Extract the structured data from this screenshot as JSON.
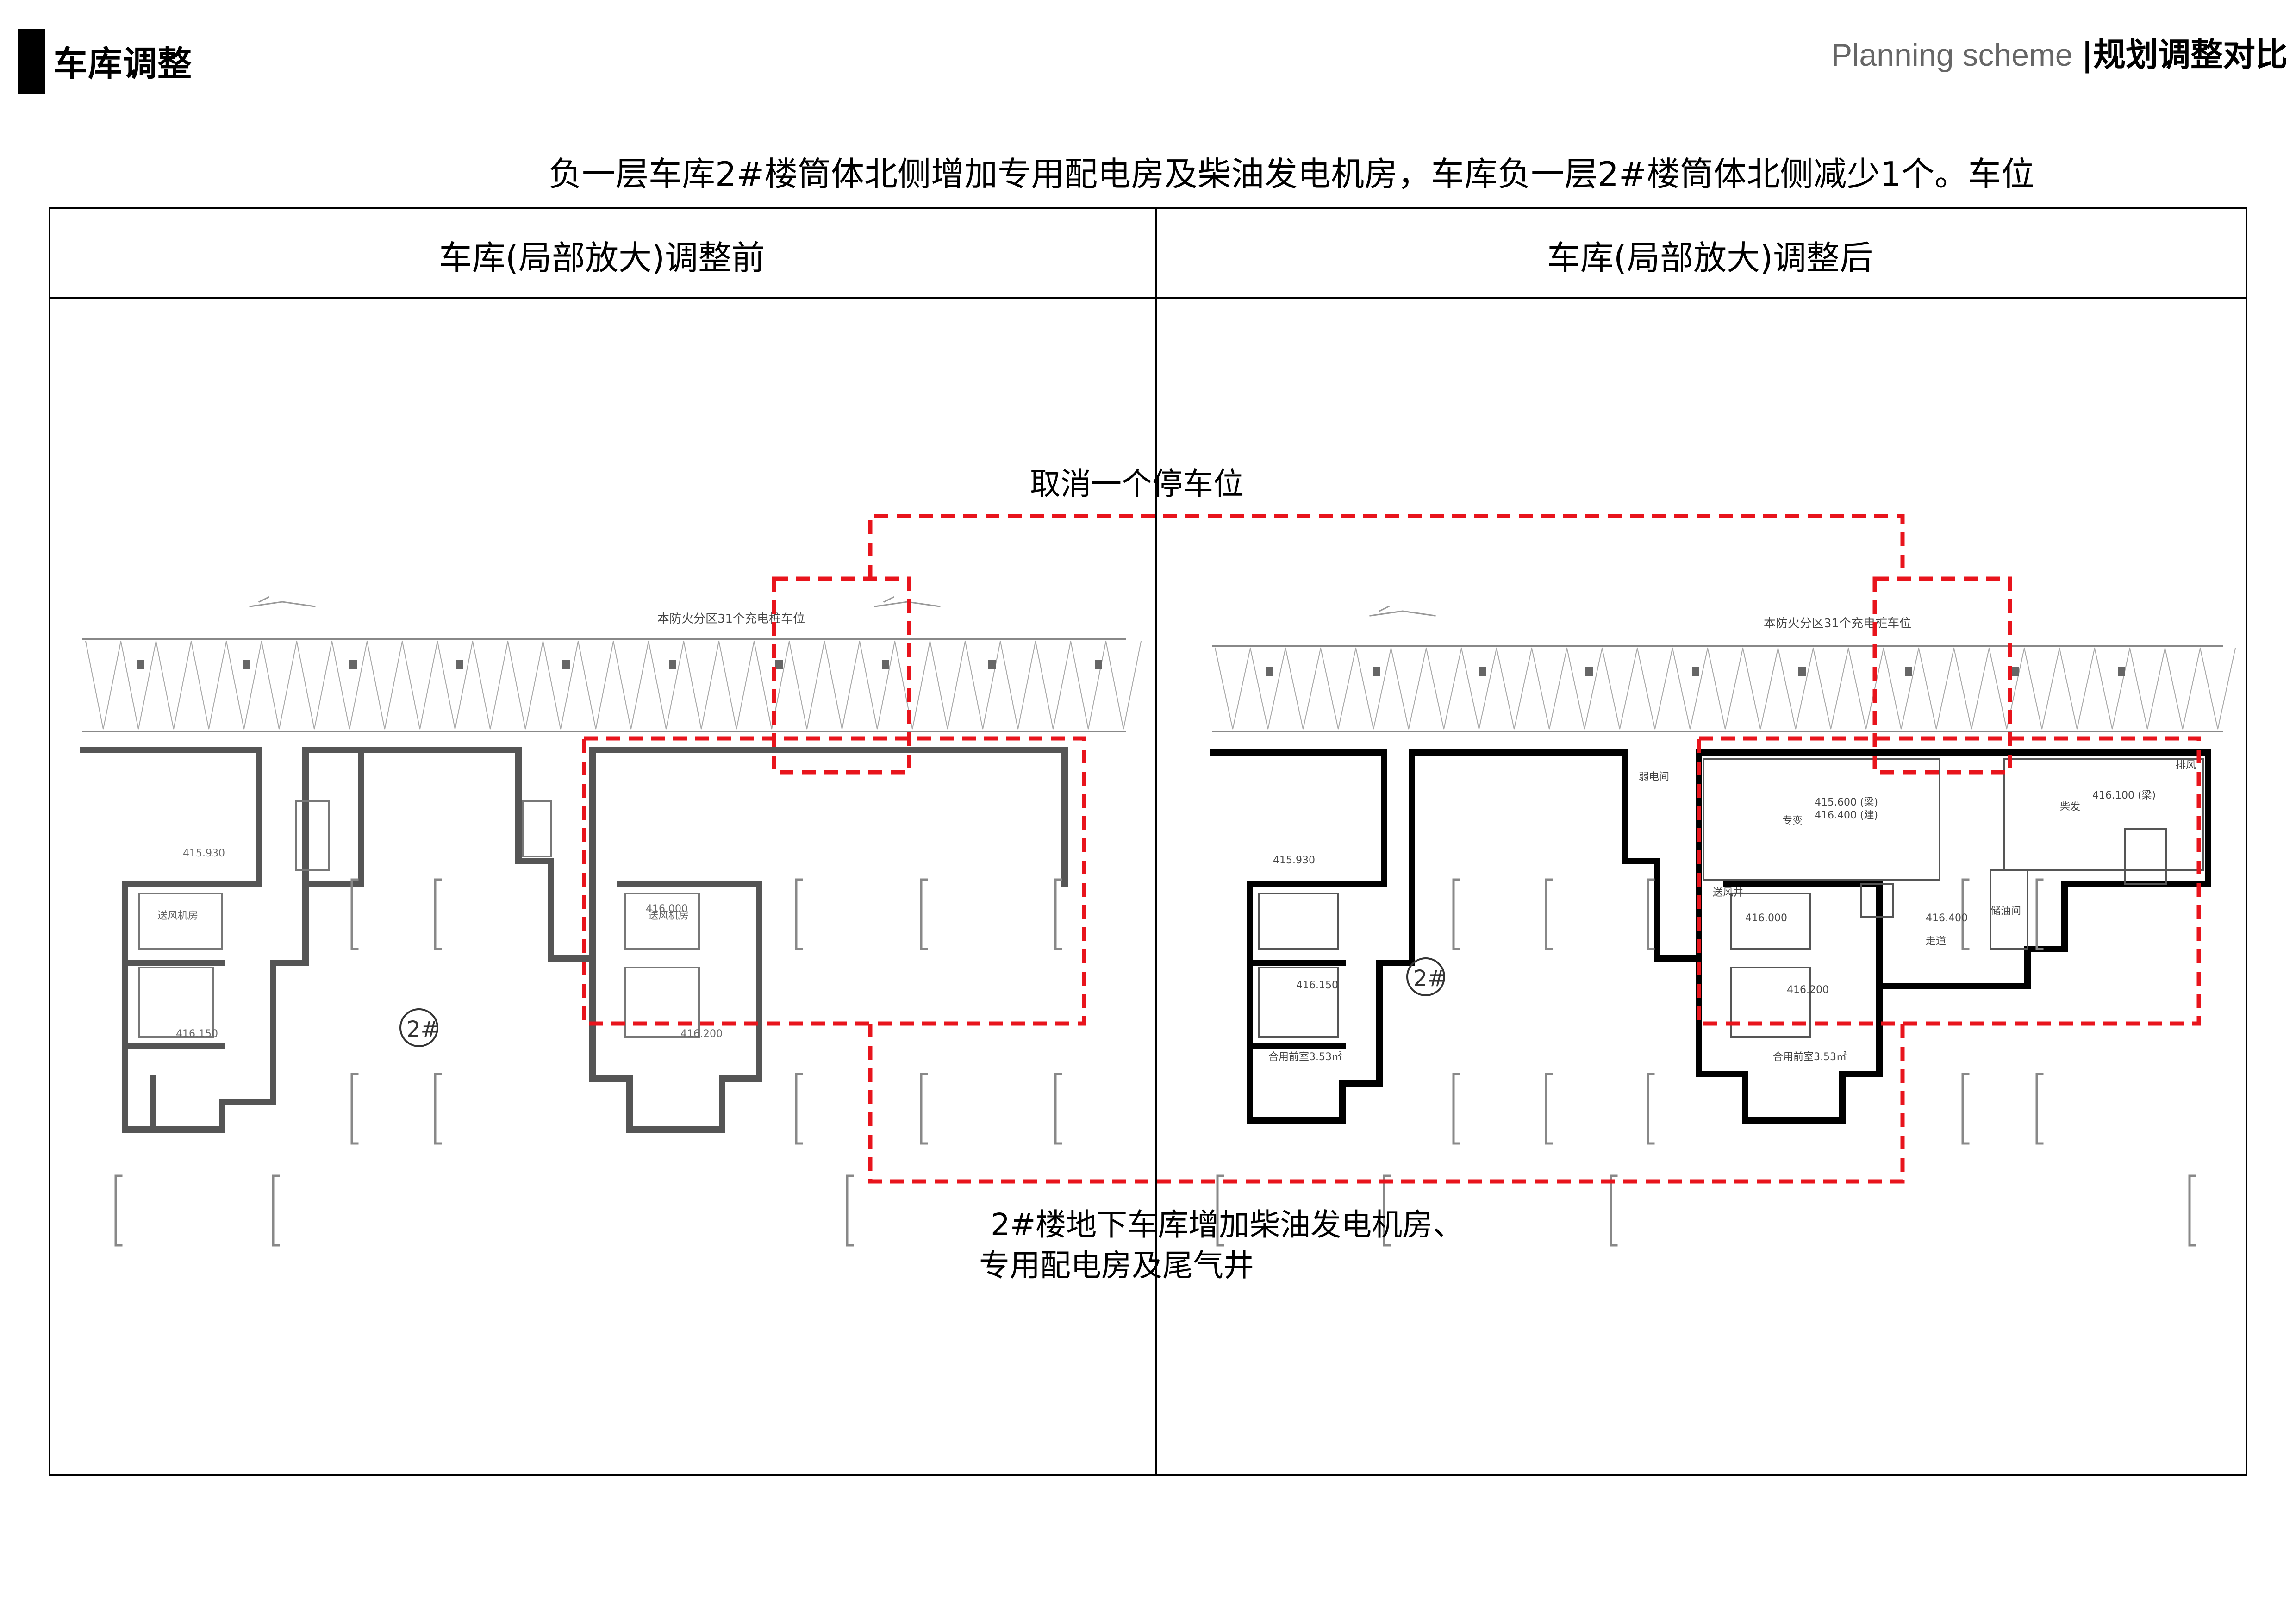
{
  "header": {
    "section_title": "车库调整",
    "subtitle_en": "Planning scheme ",
    "subtitle_cn": "|规划调整对比"
  },
  "description": "负一层车库2#楼筒体北侧增加专用配电房及柴油发电机房，车库负一层2#楼筒体北侧减少1个。车位",
  "table": {
    "before_title": "车库(局部放大)调整前",
    "after_title": "车库(局部放大)调整后"
  },
  "annotations": {
    "cancel_parking": "取消一个停车位",
    "added_rooms_line1": "2#楼地下车库增加柴油发电机房、",
    "added_rooms_line2": "专用配电房及尾气井"
  },
  "plan_labels": {
    "building_tag_before": "2#",
    "building_tag_after": "2#",
    "fire_zone_note": "本防火分区31个充电桩车位",
    "elev_415_930": "415.930",
    "elev_416_000": "416.000",
    "elev_416_150": "416.150",
    "elev_416_200": "416.200",
    "elev_416_400": "416.400",
    "elev_415_600": "415.600 (梁)",
    "elev_416_400b": "416.400 (建)",
    "elev_416_100": "416.100 (梁)",
    "room_air_intake": "送风机房",
    "room_transformer": "专变",
    "room_generator": "柴发",
    "room_corridor": "走道",
    "room_exhaust": "排风",
    "room_storage": "储油间",
    "room_shaft": "送风井",
    "room_weak": "弱电间",
    "room_lobby": "合用前室3.53㎡"
  },
  "colors": {
    "highlight": "#e8141c",
    "wall": "#000000",
    "wall_before": "#555555",
    "grid": "#bbbbbb"
  }
}
